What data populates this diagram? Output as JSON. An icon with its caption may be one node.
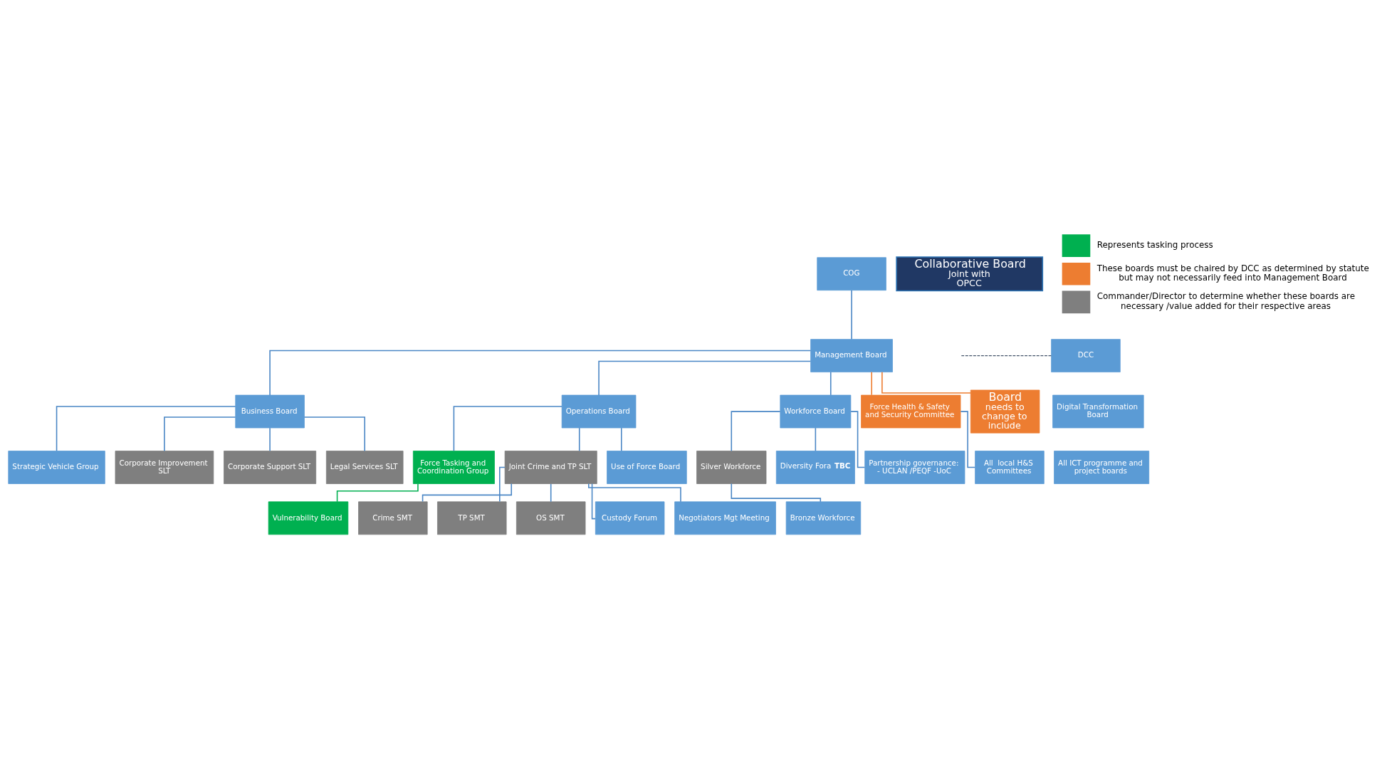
{
  "diagram": {
    "nodes": [
      {
        "text": [
          "COG"
        ]
      },
      {
        "text": [
          "Management Board"
        ]
      },
      {
        "text": [
          "Collaborative Board",
          "Joint with OPCC"
        ]
      },
      {
        "text": [
          "DCC"
        ]
      },
      {
        "text": [
          "Digital Transformation Board"
        ]
      },
      {
        "text": [
          "All ICT programme and project boards"
        ]
      },
      {
        "text": [
          "Business Board"
        ]
      },
      {
        "text": [
          "Operations Board"
        ]
      },
      {
        "text": [
          "Workforce Board"
        ]
      },
      {
        "text": [
          "Force Health & Safety and Security Committee"
        ]
      },
      {
        "text": [
          "Board",
          "needs to change to include"
        ]
      },
      {
        "text": [
          "Strategic Vehicle Group"
        ]
      },
      {
        "text": [
          "Corporate Improvement SLT"
        ]
      },
      {
        "text": [
          "Corporate Support SLT"
        ]
      },
      {
        "text": [
          "Legal Services SLT"
        ]
      },
      {
        "text": [
          "Force Tasking and Coordination Group"
        ]
      },
      {
        "text": [
          "Joint Crime and TP SLT"
        ]
      },
      {
        "text": [
          "Use of Force Board"
        ]
      },
      {
        "text": [
          "Vulnerability Board"
        ]
      },
      {
        "text": [
          "Crime SMT"
        ]
      },
      {
        "text": [
          "TP SMT"
        ]
      },
      {
        "text": [
          "OS SMT"
        ]
      },
      {
        "text": [
          "Custody Forum"
        ]
      },
      {
        "text": [
          "Negotiators Mgt Meeting"
        ]
      },
      {
        "text": [
          "Silver Workforce"
        ]
      },
      {
        "text": [
          "Diversity Fora **TBC**"
        ]
      },
      {
        "text": [
          "Partnership governance: - UCLAN /PEQF -UoC"
        ]
      },
      {
        "text": [
          "Bronze Workforce"
        ]
      },
      {
        "text": [
          "All  local H&S Committees"
        ]
      }
    ],
    "edges": [
      {
        "from": 0,
        "to": 1,
        "arrow": "none"
      },
      {
        "from": null,
        "to": 3,
        "arrow": "none",
        "style": "dashed",
        "color": "#44546a"
      },
      {
        "from": 1,
        "to": 6,
        "arrow": "none"
      },
      {
        "from": 1,
        "to": 7,
        "arrow": "none"
      },
      {
        "from": 1,
        "to": 8,
        "arrow": "none"
      },
      {
        "from": 1,
        "to": 9,
        "arrow": "none",
        "color": "#ed7d31"
      },
      {
        "from": 1,
        "to": 10,
        "arrow": "none",
        "color": "#ed7d31"
      },
      {
        "from": 6,
        "to": 11,
        "arrow": "none"
      },
      {
        "from": 6,
        "to": 12,
        "arrow": "none"
      },
      {
        "from": 6,
        "to": 13,
        "arrow": "none"
      },
      {
        "from": 6,
        "to": 14,
        "arrow": "none"
      },
      {
        "from": 7,
        "to": 15,
        "arrow": "none"
      },
      {
        "from": 7,
        "to": 16,
        "arrow": "none"
      },
      {
        "from": 7,
        "to": 17,
        "arrow": "none"
      },
      {
        "from": 15,
        "to": 18,
        "arrow": "none",
        "color": "#00b050"
      },
      {
        "from": 16,
        "to": 19,
        "arrow": "none"
      },
      {
        "from": 16,
        "to": 20,
        "arrow": "none"
      },
      {
        "from": 16,
        "to": 21,
        "arrow": "none"
      },
      {
        "from": 16,
        "to": 22,
        "arrow": "none"
      },
      {
        "from": 16,
        "to": 23,
        "arrow": "none"
      },
      {
        "from": 8,
        "to": 24,
        "arrow": "none"
      },
      {
        "from": 8,
        "to": 25,
        "arrow": "none"
      },
      {
        "from": 8,
        "to": 26,
        "arrow": "none"
      },
      {
        "from": 24,
        "to": 27,
        "arrow": "none"
      },
      {
        "from": 9,
        "to": 28,
        "arrow": "none"
      }
    ],
    "legend": [
      {
        "text": "Represents tasking process",
        "color": "#00b050"
      },
      {
        "text": "These boards must be chaired by DCC as determined by statute but may not necessarily feed into Management Board",
        "color": "#ed7d31"
      },
      {
        "text": "Commander/Director to determine whether these boards are necessary /value added for their respective areas",
        "color": "#7f7f7f"
      }
    ]
  }
}
